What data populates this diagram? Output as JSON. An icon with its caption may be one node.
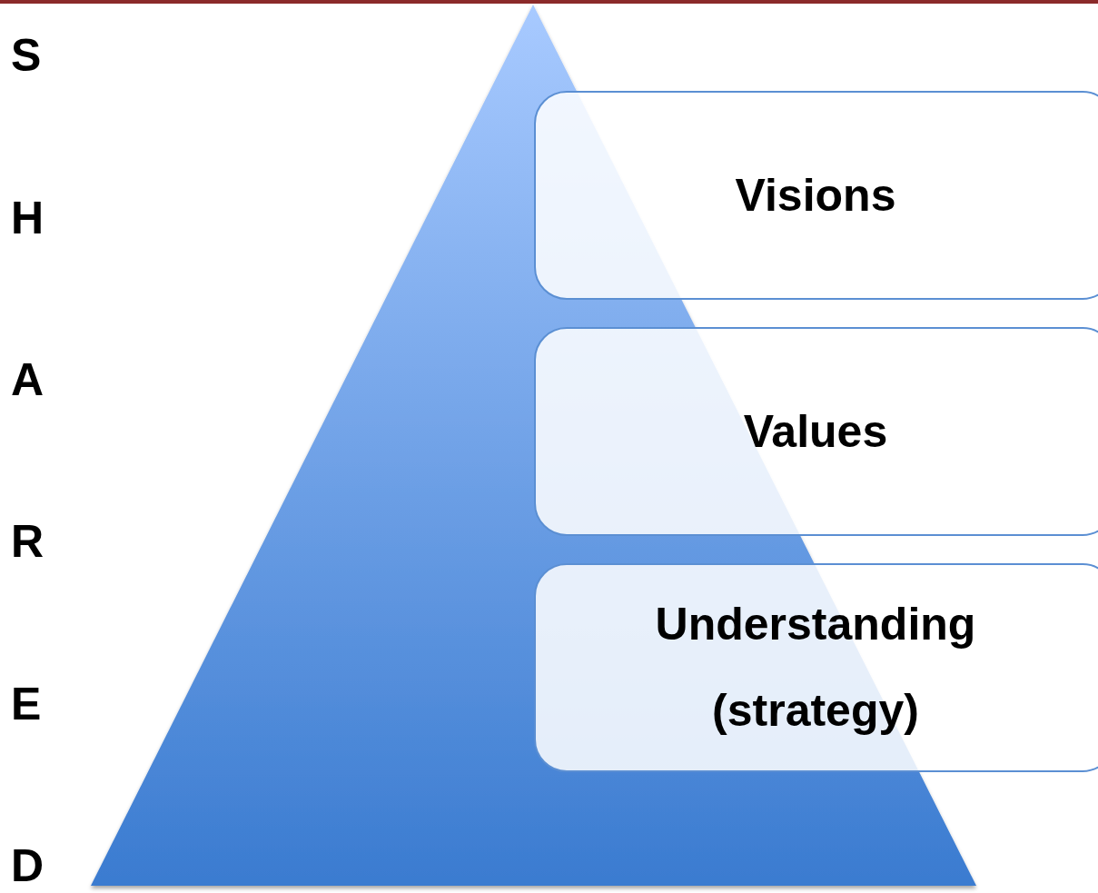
{
  "diagram": {
    "nodes": [
      {
        "text": [
          "Visions"
        ]
      },
      {
        "text": [
          "Values"
        ]
      },
      {
        "text": [
          "Understanding (strategy)"
        ]
      }
    ],
    "labels": [
      "S",
      "H",
      "A",
      "R",
      "E",
      "D"
    ]
  }
}
